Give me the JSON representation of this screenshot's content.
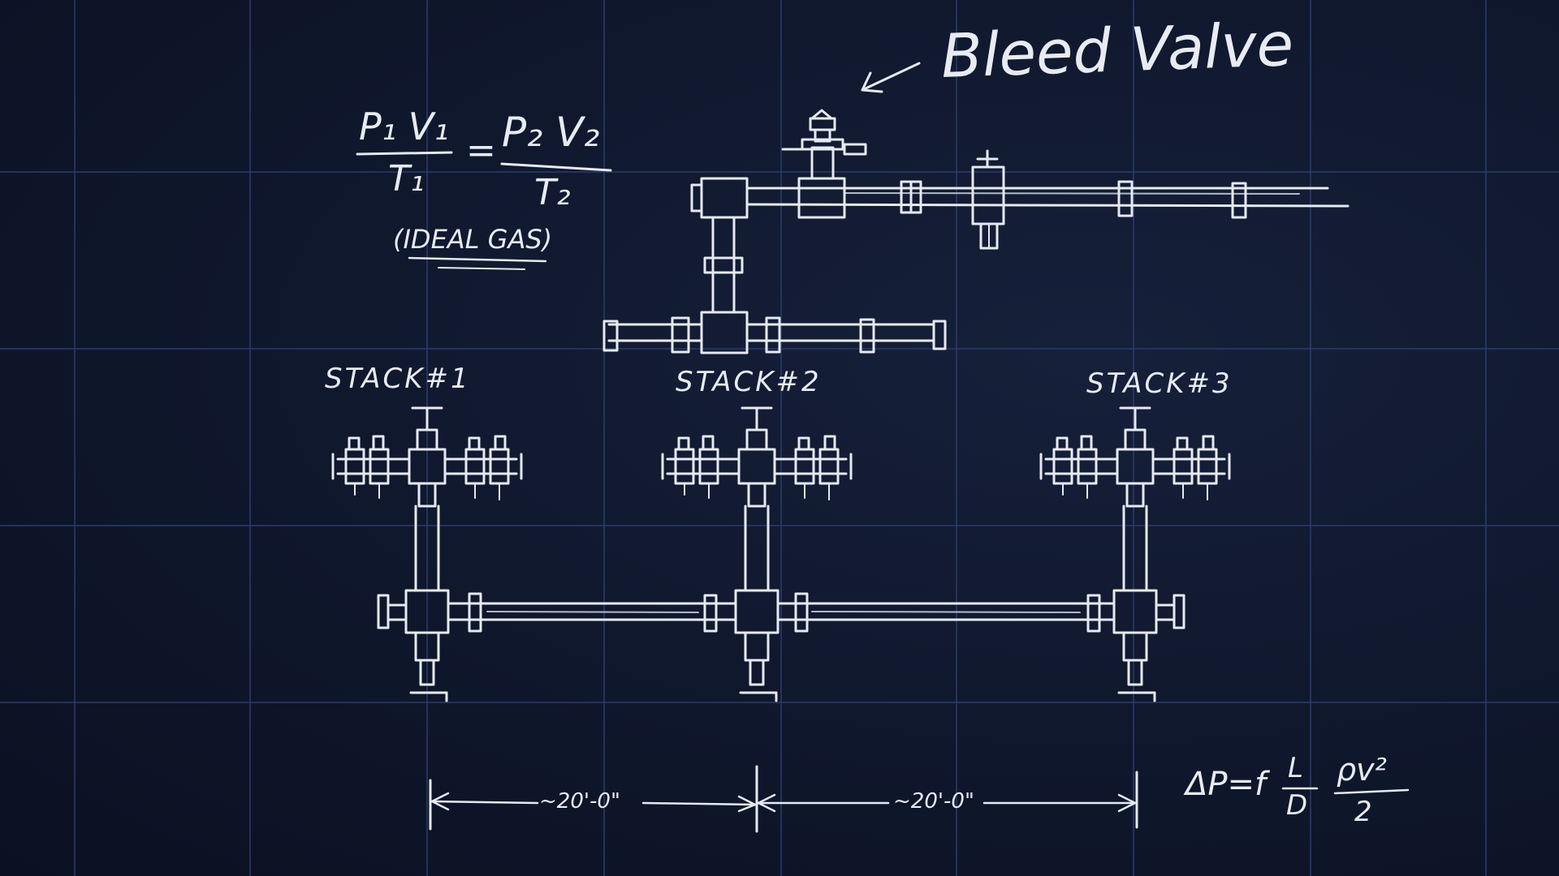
{
  "annotations": {
    "callout": "Bleed Valve",
    "stack_labels": [
      "STACK#1",
      "STACK#2",
      "STACK#3"
    ],
    "dimension_labels": [
      "~20'-0\"",
      "~20'-0\""
    ]
  },
  "equations": {
    "ideal_gas": {
      "lhs_num": "P₁ V₁",
      "lhs_den": "T₁",
      "equals": "=",
      "rhs_num": "P₂ V₂",
      "rhs_den": "T₂",
      "note": "(IDEAL GAS)"
    },
    "pressure_drop": {
      "lhs": "ΔP=f",
      "frac1_num": "L",
      "frac1_den": "D",
      "frac2_num": "ρv²",
      "frac2_den": "2"
    }
  }
}
